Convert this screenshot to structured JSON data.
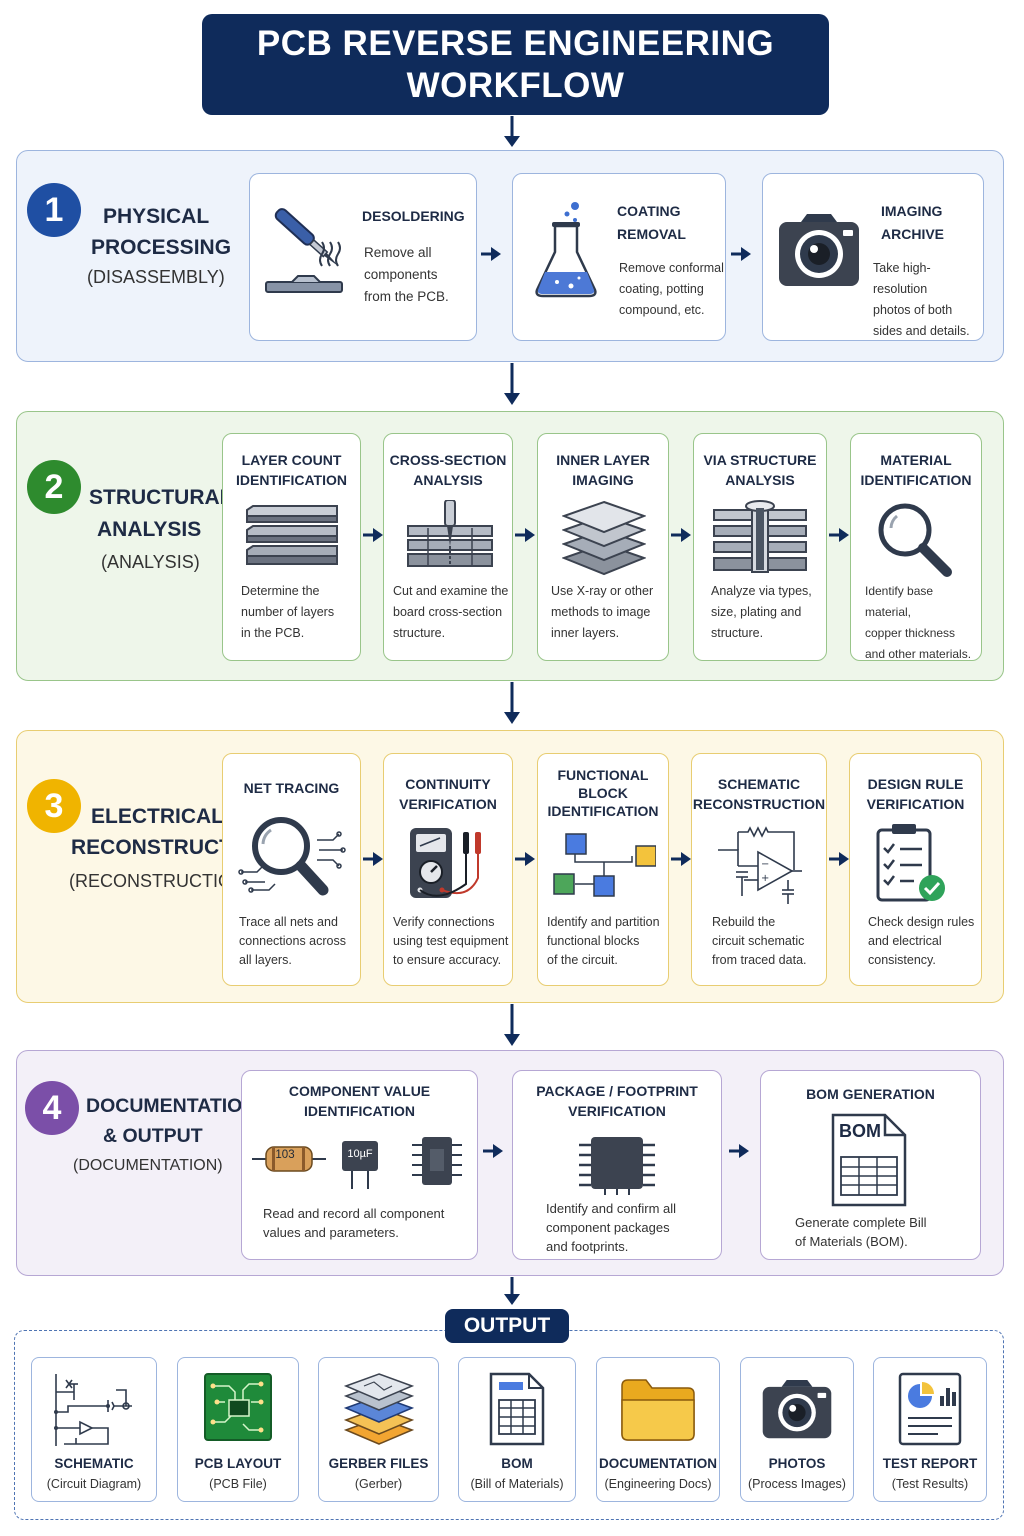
{
  "title": {
    "line1": "PCB REVERSE ENGINEERING",
    "line2": "WORKFLOW"
  },
  "colors": {
    "navy": "#0f2b5b",
    "phase1": "#1f4fa3",
    "phase2": "#2e8b2e",
    "phase3": "#f0b400",
    "phase4": "#7b4fa8"
  },
  "phases": [
    {
      "number": "1",
      "title_line1": "PHYSICAL",
      "title_line2": "PROCESSING",
      "subtitle": "(DISASSEMBLY)",
      "steps": [
        {
          "title_line1": "DESOLDERING",
          "title_line2": "",
          "desc": [
            "Remove all",
            "components",
            "from the PCB."
          ],
          "icon": "soldering-iron-icon"
        },
        {
          "title_line1": "COATING",
          "title_line2": "REMOVAL",
          "desc": [
            "Remove conformal",
            "coating, potting",
            "compound, etc."
          ],
          "icon": "flask-icon"
        },
        {
          "title_line1": "IMAGING",
          "title_line2": "ARCHIVE",
          "desc": [
            "Take high-resolution",
            "photos of both",
            "sides and details."
          ],
          "icon": "camera-icon"
        }
      ]
    },
    {
      "number": "2",
      "title_line1": "STRUCTURAL",
      "title_line2": "ANALYSIS",
      "subtitle": "(ANALYSIS)",
      "steps": [
        {
          "title_line1": "LAYER COUNT",
          "title_line2": "IDENTIFICATION",
          "desc": [
            "Determine the",
            "number of layers",
            "in the PCB."
          ],
          "icon": "layer-stack-icon"
        },
        {
          "title_line1": "CROSS-SECTION",
          "title_line2": "ANALYSIS",
          "desc": [
            "Cut and examine the",
            "board cross-section",
            "structure."
          ],
          "icon": "cross-section-icon"
        },
        {
          "title_line1": "INNER LAYER",
          "title_line2": "IMAGING",
          "desc": [
            "Use X-ray or other",
            "methods to image",
            "inner layers."
          ],
          "icon": "inner-layers-icon"
        },
        {
          "title_line1": "VIA STRUCTURE",
          "title_line2": "ANALYSIS",
          "desc": [
            "Analyze via types,",
            "size, plating and",
            "structure."
          ],
          "icon": "via-icon"
        },
        {
          "title_line1": "MATERIAL",
          "title_line2": "IDENTIFICATION",
          "desc": [
            "Identify base material,",
            "copper thickness",
            "and other materials."
          ],
          "icon": "magnifier-icon"
        }
      ]
    },
    {
      "number": "3",
      "title_line1": "ELECTRICAL",
      "title_line2": "RECONSTRUCTION",
      "subtitle": "(RECONSTRUCTION)",
      "steps": [
        {
          "title_line1": "NET TRACING",
          "title_line2": "",
          "title_line3": "",
          "desc": [
            "Trace all nets and",
            "connections across",
            "all layers."
          ],
          "icon": "net-trace-icon"
        },
        {
          "title_line1": "CONTINUITY",
          "title_line2": "VERIFICATION",
          "title_line3": "",
          "desc": [
            "Verify connections",
            "using test equipment",
            "to ensure accuracy."
          ],
          "icon": "multimeter-icon"
        },
        {
          "title_line1": "FUNCTIONAL",
          "title_line2": "BLOCK",
          "title_line3": "IDENTIFICATION",
          "desc": [
            "Identify and partition",
            "functional blocks",
            "of the circuit."
          ],
          "icon": "block-diagram-icon"
        },
        {
          "title_line1": "SCHEMATIC",
          "title_line2": "RECONSTRUCTION",
          "title_line3": "",
          "desc": [
            "Rebuild the",
            "circuit schematic",
            "from traced data."
          ],
          "icon": "opamp-schematic-icon"
        },
        {
          "title_line1": "DESIGN RULE",
          "title_line2": "VERIFICATION",
          "title_line3": "",
          "desc": [
            "Check design rules",
            "and electrical",
            "consistency."
          ],
          "icon": "checklist-icon"
        }
      ]
    },
    {
      "number": "4",
      "title_line1": "DOCUMENTATION",
      "title_line2": "& OUTPUT",
      "subtitle": "(DOCUMENTATION)",
      "steps": [
        {
          "title_line1": "COMPONENT VALUE",
          "title_line2": "IDENTIFICATION",
          "desc": [
            "Read and record all component",
            "values and parameters."
          ],
          "resistor_label": "103",
          "capacitor_label": "10µF",
          "icon": "components-icon"
        },
        {
          "title_line1": "PACKAGE / FOOTPRINT",
          "title_line2": "VERIFICATION",
          "desc": [
            "Identify and confirm all",
            "component packages",
            "and footprints."
          ],
          "icon": "chip-icon"
        },
        {
          "title_line1": "BOM GENERATION",
          "title_line2": "",
          "desc": [
            "Generate complete Bill",
            "of Materials (BOM)."
          ],
          "doc_label": "BOM",
          "icon": "bom-document-icon"
        }
      ]
    }
  ],
  "output": {
    "label": "OUTPUT",
    "items": [
      {
        "name": "SCHEMATIC",
        "sub": "(Circuit Diagram)",
        "icon": "schematic-icon"
      },
      {
        "name": "PCB LAYOUT",
        "sub": "(PCB File)",
        "icon": "pcb-board-icon"
      },
      {
        "name": "GERBER FILES",
        "sub": "(Gerber)",
        "icon": "gerber-layers-icon"
      },
      {
        "name": "BOM",
        "sub": "(Bill of Materials)",
        "icon": "spreadsheet-icon"
      },
      {
        "name": "DOCUMENTATION",
        "sub": "(Engineering Docs)",
        "icon": "folder-icon"
      },
      {
        "name": "PHOTOS",
        "sub": "(Process Images)",
        "icon": "camera-icon"
      },
      {
        "name": "TEST REPORT",
        "sub": "(Test Results)",
        "icon": "report-chart-icon"
      }
    ]
  }
}
